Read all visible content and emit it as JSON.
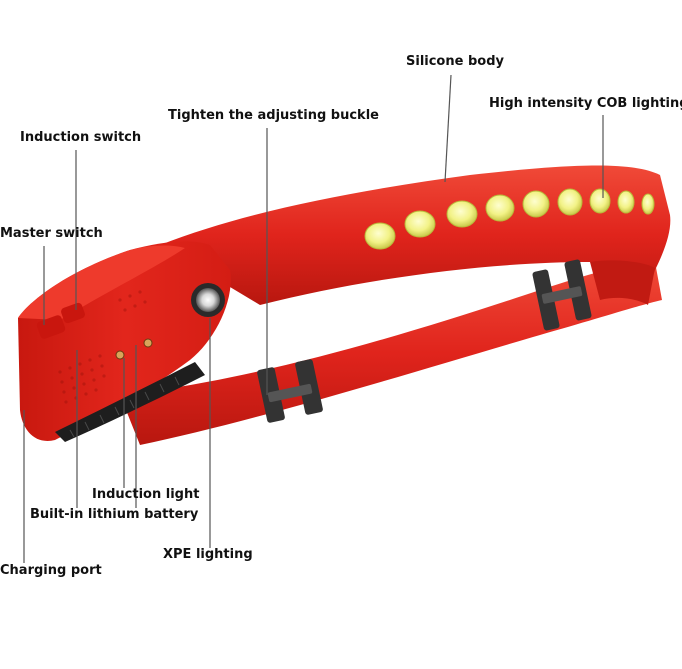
{
  "colors": {
    "band": "#e0241c",
    "band_dark": "#b0150f",
    "band_light": "#f04030",
    "buckle": "#3a3a3a",
    "cob_led": "#f4f488",
    "leader_line": "#555555"
  },
  "labels": {
    "silicone_body": "Silicone body",
    "cob_lighting": "High intensity COB lighting",
    "adjusting_buckle": "Tighten the adjusting buckle",
    "induction_switch": "Induction switch",
    "master_switch": "Master switch",
    "induction_light": "Induction light",
    "battery": "Built-in lithium battery",
    "xpe_lighting": "XPE lighting",
    "charging_port": "Charging port"
  },
  "illustration": {
    "subject": "Red silicone LED headlamp with COB light strip",
    "cob_led_count": 9
  }
}
